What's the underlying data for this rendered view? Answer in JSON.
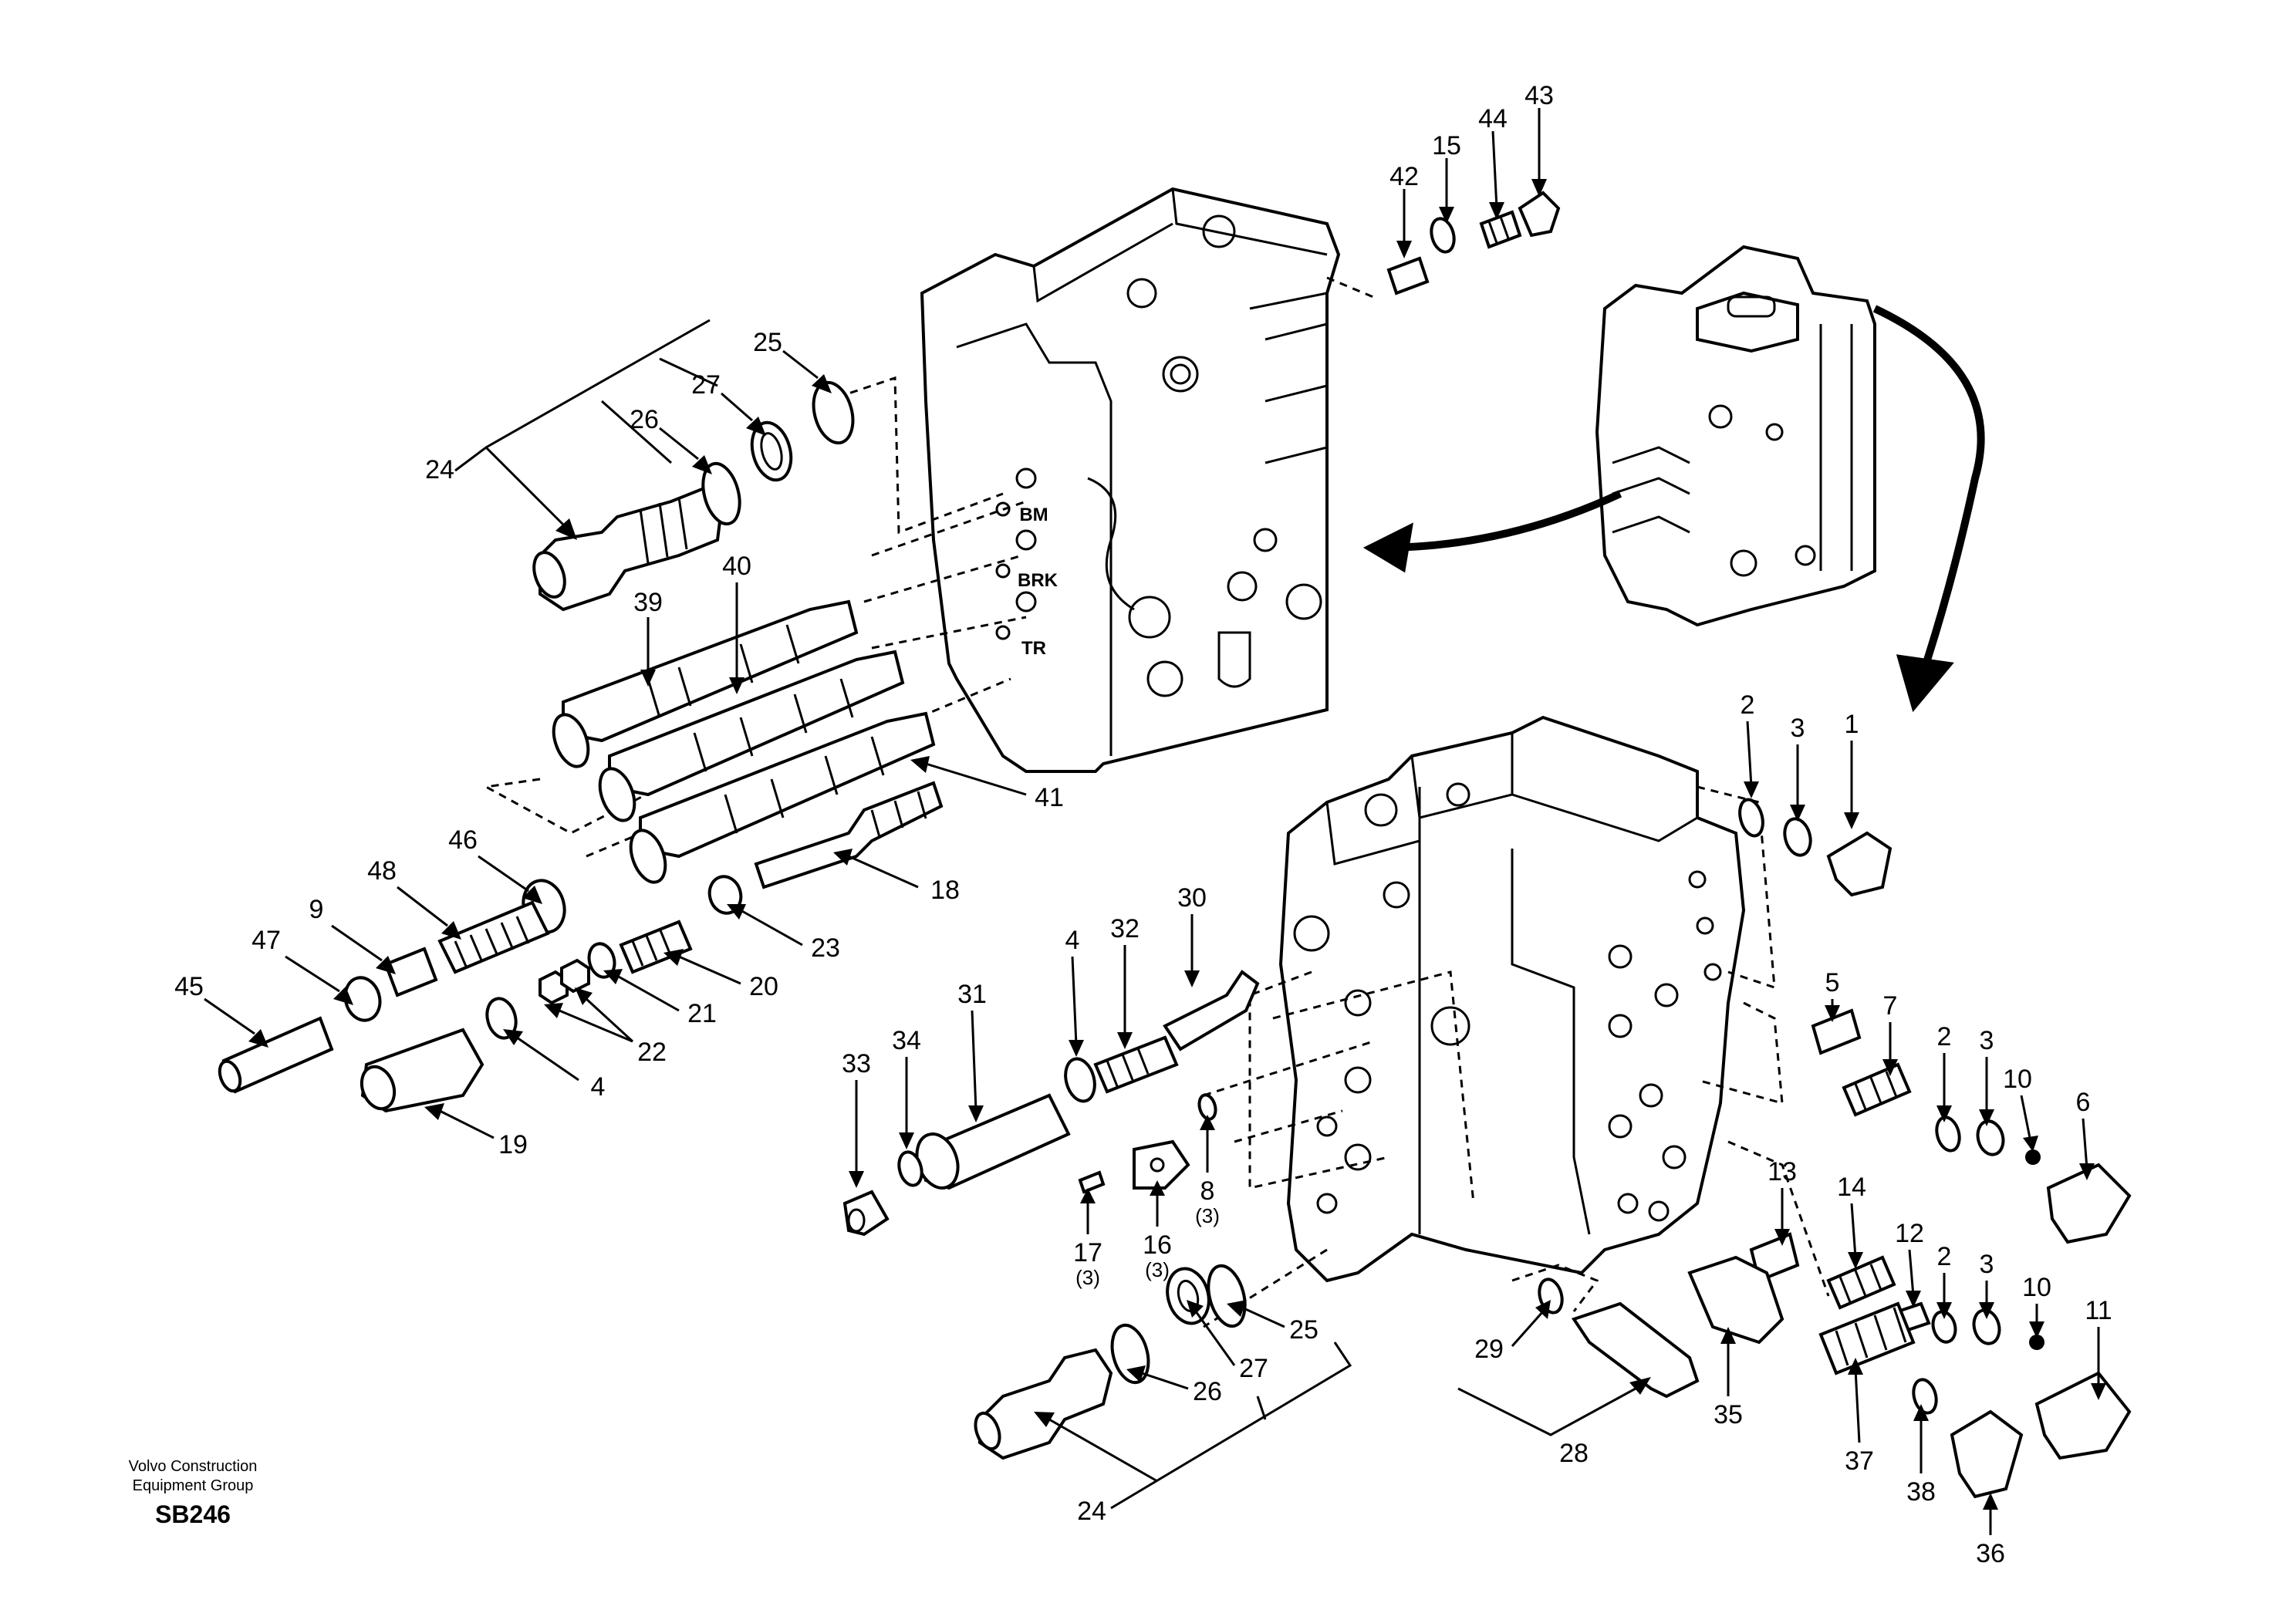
{
  "footer": {
    "company_line1": "Volvo Construction",
    "company_line2": "Equipment Group",
    "sheet_code": "SB246"
  },
  "port_labels": {
    "bm": "BM",
    "brk": "BRK",
    "tr": "TR"
  },
  "callouts": {
    "c43": "43",
    "c44": "44",
    "c15": "15",
    "c42": "42",
    "c25a": "25",
    "c27a": "27",
    "c26a": "26",
    "c24a": "24",
    "c40": "40",
    "c39": "39",
    "c41": "41",
    "c18": "18",
    "c46": "46",
    "c48": "48",
    "c9": "9",
    "c47": "47",
    "c45": "45",
    "c23": "23",
    "c20": "20",
    "c21": "21",
    "c22": "22",
    "c4a": "4",
    "c19": "19",
    "c2a": "2",
    "c3a": "3",
    "c1": "1",
    "c30": "30",
    "c32": "32",
    "c4b": "4",
    "c31": "31",
    "c34": "34",
    "c33": "33",
    "c17": "17",
    "c16": "16",
    "c8": "8",
    "c5": "5",
    "c7": "7",
    "c2b": "2",
    "c3b": "3",
    "c10a": "10",
    "c6": "6",
    "c13": "13",
    "c14": "14",
    "c12": "12",
    "c2c": "2",
    "c3c": "3",
    "c10b": "10",
    "c11": "11",
    "c25b": "25",
    "c27b": "27",
    "c26b": "26",
    "c24b": "24",
    "c29": "29",
    "c28": "28",
    "c35": "35",
    "c37": "37",
    "c38": "38",
    "c36": "36"
  },
  "quantities": {
    "q17": "(3)",
    "q16": "(3)",
    "q8": "(3)"
  }
}
